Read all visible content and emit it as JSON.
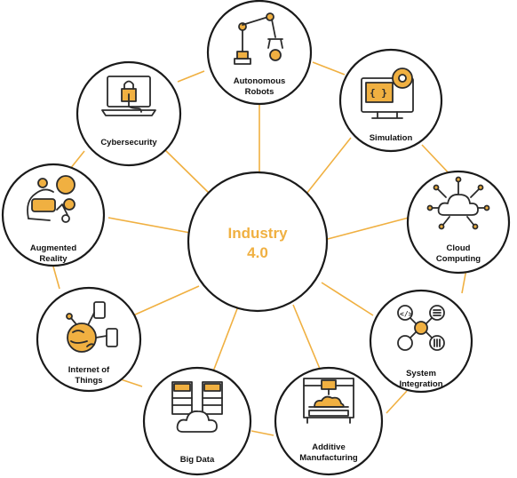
{
  "colors": {
    "accent": "#f0b041",
    "outline": "#1a1a1a",
    "connector": "#f0b041"
  },
  "center": {
    "line1": "Industry",
    "line2": "4.0"
  },
  "nodes": [
    {
      "id": "autonomous-robots",
      "lines": [
        "Autonomous",
        "Robots"
      ],
      "icon": "robot-arm-icon"
    },
    {
      "id": "simulation",
      "lines": [
        "Simulation"
      ],
      "icon": "monitor-gear-icon"
    },
    {
      "id": "cloud-computing",
      "lines": [
        "Cloud",
        "Computing"
      ],
      "icon": "cloud-network-icon"
    },
    {
      "id": "system-integration",
      "lines": [
        "System",
        "Integration"
      ],
      "icon": "system-integration-icon"
    },
    {
      "id": "additive-manufacturing",
      "lines": [
        "Additive",
        "Manufacturing"
      ],
      "icon": "3d-printer-icon"
    },
    {
      "id": "big-data",
      "lines": [
        "Big Data"
      ],
      "icon": "server-cloud-icon"
    },
    {
      "id": "internet-of-things",
      "lines": [
        "Internet of",
        "Things"
      ],
      "icon": "globe-devices-icon"
    },
    {
      "id": "augmented-reality",
      "lines": [
        "Augmented",
        "Reality"
      ],
      "icon": "vr-headset-icon"
    },
    {
      "id": "cybersecurity",
      "lines": [
        "Cybersecurity"
      ],
      "icon": "laptop-lock-icon"
    }
  ]
}
